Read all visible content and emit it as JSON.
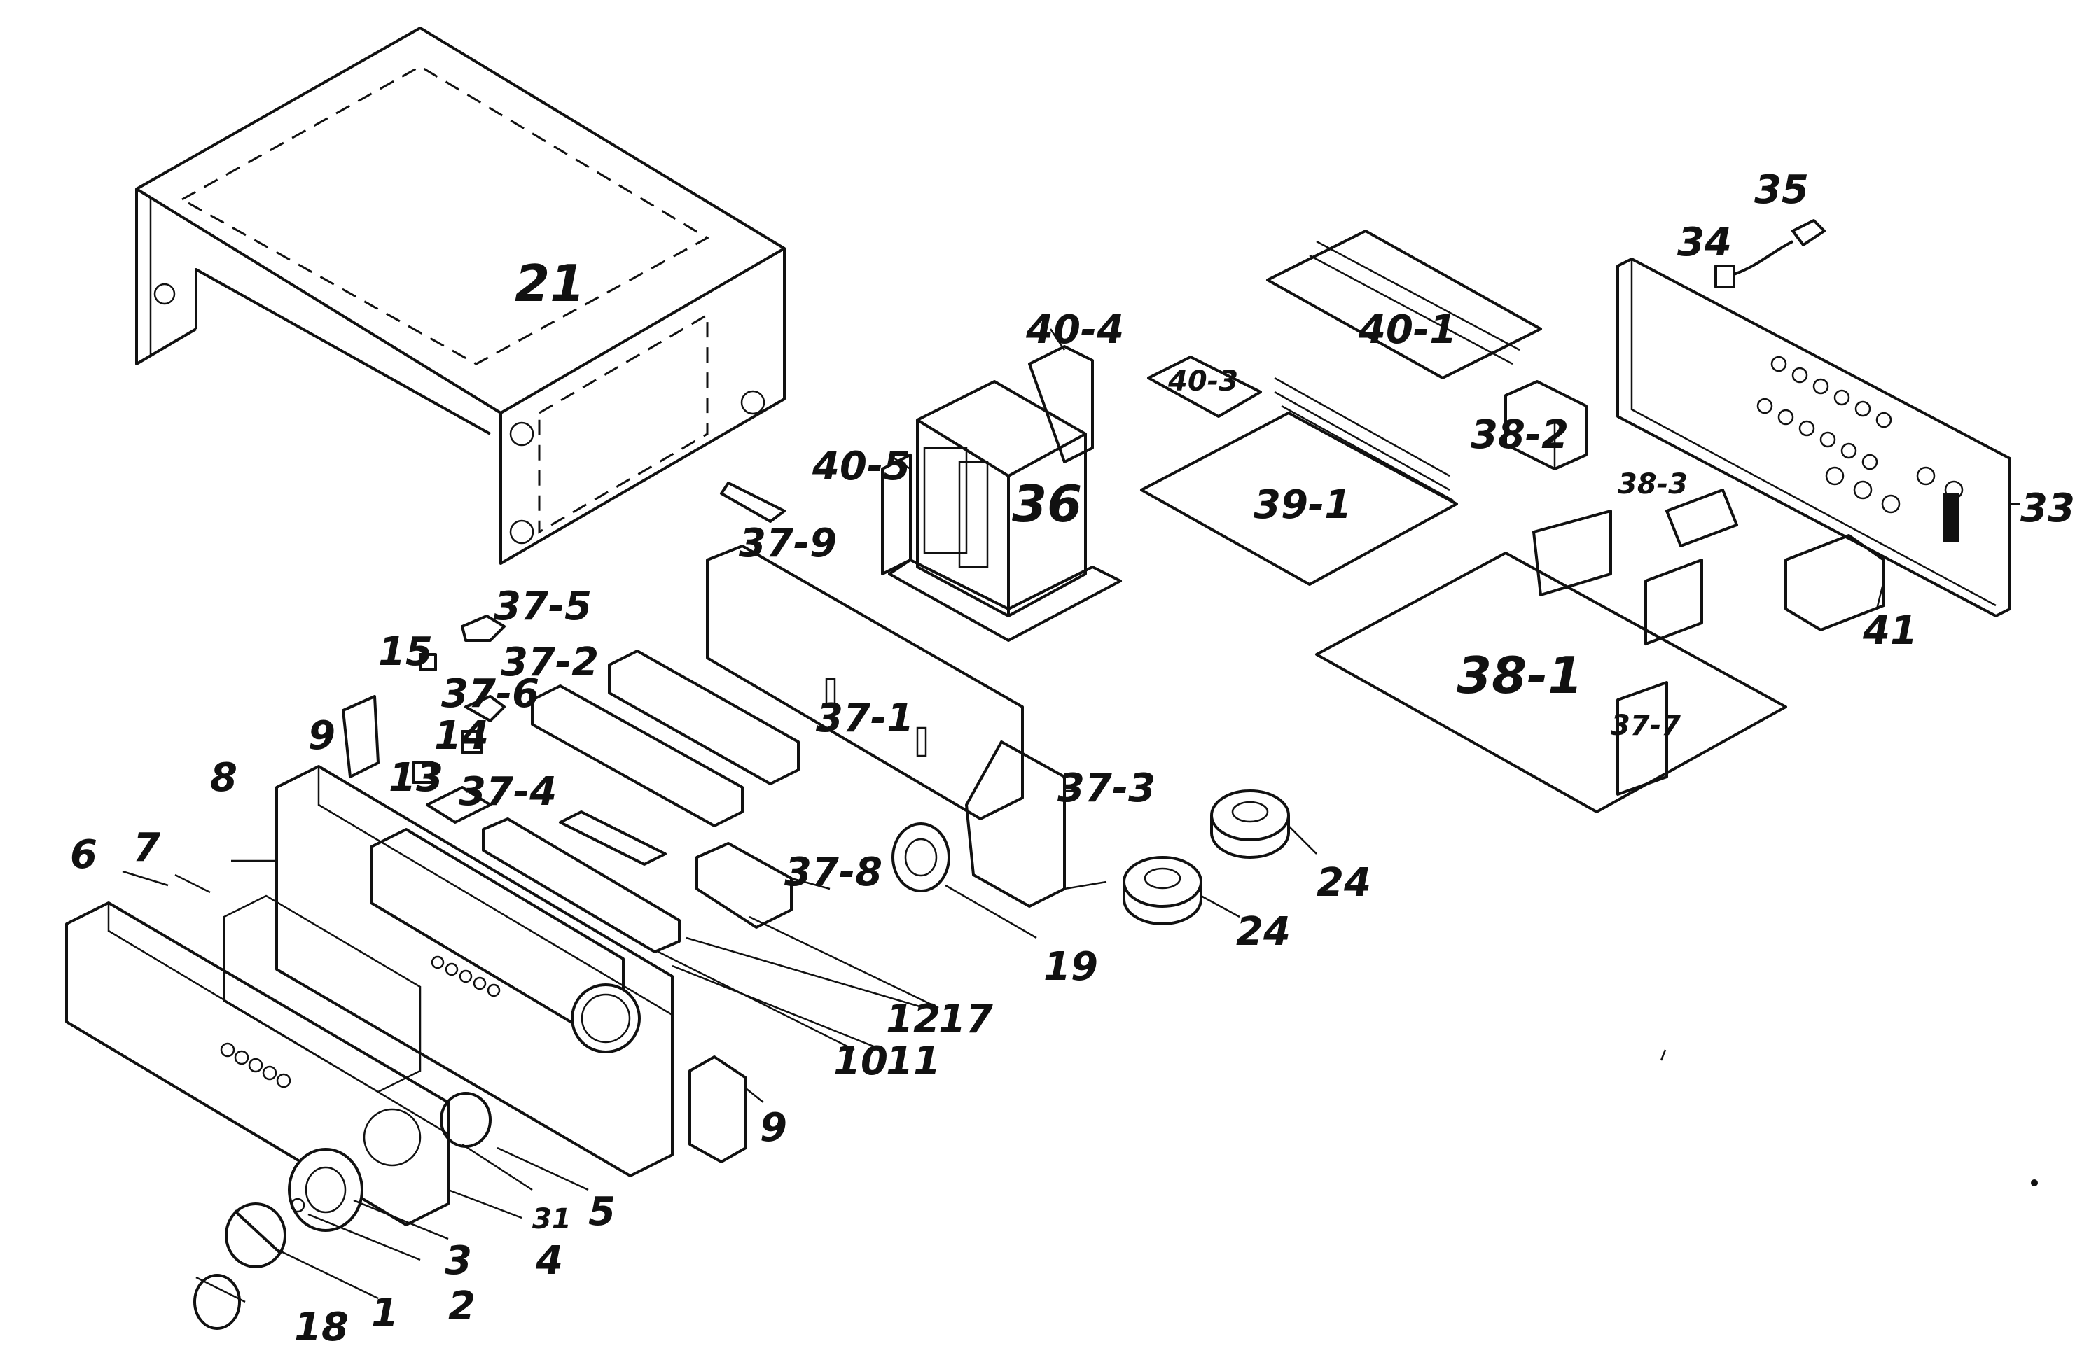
{
  "labels": {
    "l21": "21",
    "l40_4": "40-4",
    "l40_5": "40-5",
    "l36": "36",
    "l40_1": "40-1",
    "l40_3": "40-3",
    "l39_1": "39-1",
    "l38_2": "38-2",
    "l38_3": "38-3",
    "l34": "34",
    "l35": "35",
    "l33": "33",
    "l41": "41",
    "l38_1": "38-1",
    "l37_7": "37-7",
    "l37_9": "37-9",
    "l37_5": "37-5",
    "l15": "15",
    "l37_2": "37-2",
    "l37_6": "37-6",
    "l37_1": "37-1",
    "l9a": "9",
    "l14": "14",
    "l13": "13",
    "l37_4": "37-4",
    "l37_3": "37-3",
    "l8": "8",
    "l37_8": "37-8",
    "l6": "6",
    "l7": "7",
    "l24a": "24",
    "l24b": "24",
    "l19": "19",
    "l12": "12",
    "l17": "17",
    "l10": "10",
    "l11": "11",
    "l9b": "9",
    "l31": "31",
    "l5": "5",
    "l3": "3",
    "l4": "4",
    "l2": "2",
    "l1": "1",
    "l18": "18"
  },
  "colors": {
    "ink": "#111111",
    "paper": "#ffffff"
  }
}
